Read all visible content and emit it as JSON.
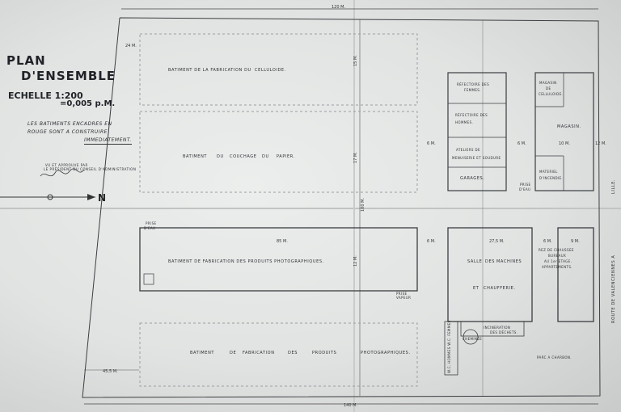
{
  "title": {
    "line1": "PLAN",
    "line2": "D'ENSEMBLE",
    "scale_label": "ECHELLE 1:200",
    "scale_value": "=0,005 p.M."
  },
  "note": {
    "line1": "LES BATIMENTS ENCADRES EN",
    "line2": "ROUGE SONT A CONSTRUIRE",
    "line3": "IMMEDIATEMENT."
  },
  "stamp": {
    "line1": "VU ET APPROUVE PAR",
    "line2": "LE PRÉSIDENT DU CONSEIL D'ADMINISTRATION"
  },
  "north": "N",
  "dimensions": {
    "top": "120 M.",
    "bottom": "140 M.",
    "left_offset": "24 M.",
    "bottom_left": "45,5 M.",
    "mid_vertical": "100 M.",
    "right_a": "6 M.",
    "right_b": "6 M.",
    "right_c": "10 M.",
    "right_d": "12 M.",
    "hall": "85 M.",
    "salle": "27,5 M.",
    "gap1": "6 M.",
    "gap2": "6 M.",
    "right_box": "9 M.",
    "v_a": "15 M.",
    "v_b": "17 M.",
    "v_c": "12 M."
  },
  "buildings": {
    "celluloide": [
      "BATIMENT DE LA FABRICATION DU",
      "CELLULOIDE."
    ],
    "couchage": [
      "BATIMENT",
      "DU",
      "COUCHAGE",
      "DU",
      "PAPIER."
    ],
    "photo1": "BATIMENT DE FABRICATION DES PRODUITS PHOTOGRAPHIQUES.",
    "photo2": [
      "BATIMENT",
      "DE",
      "FABRICATION",
      "DES",
      "PRODUITS",
      "PHOTOGRAPHIQUES."
    ],
    "refectoire_femmes": [
      "RÉFECTOIRE DES",
      "FEMMES."
    ],
    "refectoire_hommes": [
      "RÉFECTOIRE DES",
      "HOMMES."
    ],
    "ateliers": [
      "ATELIERS DE",
      "MENUISERIE ET SOUDURE"
    ],
    "garages": "GARAGES.",
    "magasin_cellu": [
      "MAGASIN",
      "DE",
      "CELLULOIDE."
    ],
    "magasin": "MAGASIN.",
    "materiel": [
      "MATERIEL",
      "D'INCENDIE."
    ],
    "salle": [
      "SALLE",
      "DES",
      "MACHINES",
      "ET",
      "CHAUFFERIE."
    ],
    "bureaux": [
      "REZ DE CHAUSSEE",
      "BUREAUX",
      "AU 1er ETAGE.",
      "APPARTEMENTS."
    ],
    "incinerateur": [
      "INCINERATION",
      "DES DÉCHETS."
    ],
    "cheminee": "CHEMINÉE",
    "parc": "PARC A CHARBON.",
    "wc": "W.C. HOMMES W.C. FEMMES",
    "prise_eau": [
      "PRISE",
      "D'EAU"
    ],
    "poste_vapeur": [
      "PRISE",
      "VAPEUR"
    ],
    "petite_prise": [
      "PRISE",
      "D'EAU"
    ]
  },
  "roads": {
    "right": "ROUTE DE VALENCIENNES A",
    "lille": "LILLE."
  }
}
